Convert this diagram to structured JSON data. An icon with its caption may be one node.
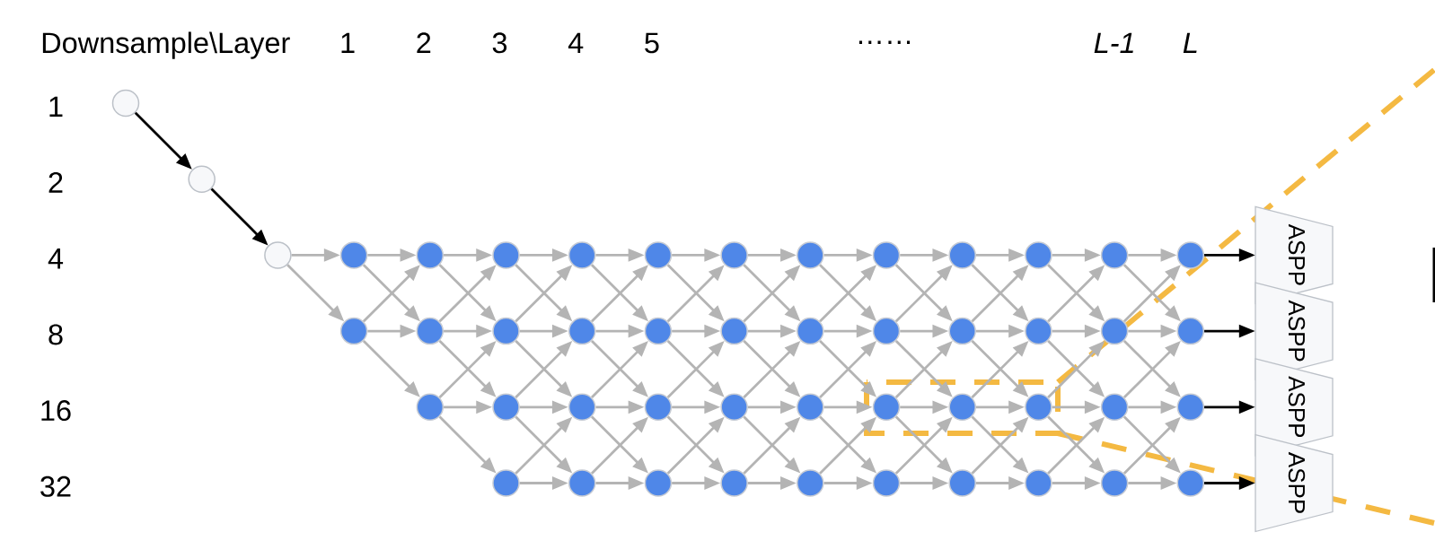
{
  "diagram": {
    "nodes": [
      {
        "text": [],
        "shape": "circle"
      },
      {
        "text": [],
        "shape": "circle"
      },
      {
        "text": [],
        "shape": "circle"
      },
      {
        "text": [],
        "shape": "circle"
      },
      {
        "text": [],
        "shape": "circle"
      },
      {
        "text": [],
        "shape": "circle"
      },
      {
        "text": [],
        "shape": "circle"
      },
      {
        "text": [],
        "shape": "circle"
      },
      {
        "text": [],
        "shape": "circle"
      },
      {
        "text": [],
        "shape": "circle"
      },
      {
        "text": [],
        "shape": "circle"
      },
      {
        "text": [],
        "shape": "circle"
      },
      {
        "text": [],
        "shape": "circle"
      },
      {
        "text": [],
        "shape": "circle"
      },
      {
        "text": [],
        "shape": "circle"
      },
      {
        "text": [],
        "shape": "circle"
      },
      {
        "text": [],
        "shape": "circle"
      },
      {
        "text": [],
        "shape": "circle"
      },
      {
        "text": [],
        "shape": "circle"
      },
      {
        "text": [],
        "shape": "circle"
      },
      {
        "text": [],
        "shape": "circle"
      },
      {
        "text": [],
        "shape": "circle"
      },
      {
        "text": [],
        "shape": "circle"
      },
      {
        "text": [],
        "shape": "circle"
      },
      {
        "text": [],
        "shape": "circle"
      },
      {
        "text": [],
        "shape": "circle"
      },
      {
        "text": [],
        "shape": "circle"
      },
      {
        "text": [],
        "shape": "circle"
      },
      {
        "text": [],
        "shape": "circle"
      },
      {
        "text": [],
        "shape": "circle"
      },
      {
        "text": [],
        "shape": "circle"
      },
      {
        "text": [],
        "shape": "circle"
      },
      {
        "text": [],
        "shape": "circle"
      },
      {
        "text": [],
        "shape": "circle"
      },
      {
        "text": [],
        "shape": "circle"
      },
      {
        "text": [],
        "shape": "circle"
      },
      {
        "text": [],
        "shape": "circle"
      },
      {
        "text": [],
        "shape": "circle"
      },
      {
        "text": [],
        "shape": "circle"
      },
      {
        "text": [],
        "shape": "circle"
      },
      {
        "text": [],
        "shape": "circle"
      },
      {
        "text": [],
        "shape": "circle"
      },
      {
        "text": [],
        "shape": "circle"
      },
      {
        "text": [],
        "shape": "circle"
      },
      {
        "text": [],
        "shape": "circle"
      },
      {
        "text": [],
        "shape": "circle"
      },
      {
        "text": [],
        "shape": "circle"
      },
      {
        "text": [],
        "shape": "circle"
      },
      {
        "text": [
          "ASPP"
        ]
      },
      {
        "text": [
          "ASPP"
        ]
      },
      {
        "text": [
          "ASPP"
        ]
      },
      {
        "text": [
          "ASPP"
        ]
      }
    ],
    "edges": [
      {
        "from": 0,
        "to": 1,
        "arrow": "to",
        "color": "#000000"
      },
      {
        "from": 1,
        "to": 2,
        "arrow": "to",
        "color": "#000000"
      },
      {
        "from": 2,
        "to": 3,
        "arrow": "to"
      },
      {
        "from": 2,
        "to": 15,
        "arrow": "to"
      },
      {
        "from": 3,
        "to": 4,
        "arrow": "to"
      },
      {
        "from": 3,
        "to": 16,
        "arrow": "to"
      },
      {
        "from": 15,
        "to": 4,
        "arrow": "to"
      },
      {
        "from": 15,
        "to": 16,
        "arrow": "to"
      },
      {
        "from": 15,
        "to": 27,
        "arrow": "to"
      },
      {
        "from": 4,
        "to": 5,
        "arrow": "to"
      },
      {
        "from": 4,
        "to": 17,
        "arrow": "to"
      },
      {
        "from": 16,
        "to": 5,
        "arrow": "to"
      },
      {
        "from": 16,
        "to": 17,
        "arrow": "to"
      },
      {
        "from": 16,
        "to": 28,
        "arrow": "to"
      },
      {
        "from": 27,
        "to": 17,
        "arrow": "to"
      },
      {
        "from": 27,
        "to": 28,
        "arrow": "to"
      },
      {
        "from": 27,
        "to": 38,
        "arrow": "to"
      },
      {
        "from": 5,
        "to": 6,
        "arrow": "to"
      },
      {
        "from": 5,
        "to": 18,
        "arrow": "to"
      },
      {
        "from": 17,
        "to": 6,
        "arrow": "to"
      },
      {
        "from": 17,
        "to": 18,
        "arrow": "to"
      },
      {
        "from": 17,
        "to": 29,
        "arrow": "to"
      },
      {
        "from": 28,
        "to": 18,
        "arrow": "to"
      },
      {
        "from": 28,
        "to": 29,
        "arrow": "to"
      },
      {
        "from": 28,
        "to": 39,
        "arrow": "to"
      },
      {
        "from": 38,
        "to": 29,
        "arrow": "to"
      },
      {
        "from": 38,
        "to": 39,
        "arrow": "to"
      },
      {
        "from": 6,
        "to": 7,
        "arrow": "to"
      },
      {
        "from": 6,
        "to": 19,
        "arrow": "to"
      },
      {
        "from": 18,
        "to": 7,
        "arrow": "to"
      },
      {
        "from": 18,
        "to": 19,
        "arrow": "to"
      },
      {
        "from": 18,
        "to": 30,
        "arrow": "to"
      },
      {
        "from": 29,
        "to": 19,
        "arrow": "to"
      },
      {
        "from": 29,
        "to": 30,
        "arrow": "to"
      },
      {
        "from": 29,
        "to": 40,
        "arrow": "to"
      },
      {
        "from": 39,
        "to": 30,
        "arrow": "to"
      },
      {
        "from": 39,
        "to": 40,
        "arrow": "to"
      },
      {
        "from": 7,
        "to": 8,
        "arrow": "to"
      },
      {
        "from": 7,
        "to": 20,
        "arrow": "to"
      },
      {
        "from": 19,
        "to": 8,
        "arrow": "to"
      },
      {
        "from": 19,
        "to": 20,
        "arrow": "to"
      },
      {
        "from": 19,
        "to": 31,
        "arrow": "to"
      },
      {
        "from": 30,
        "to": 20,
        "arrow": "to"
      },
      {
        "from": 30,
        "to": 31,
        "arrow": "to"
      },
      {
        "from": 30,
        "to": 41,
        "arrow": "to"
      },
      {
        "from": 40,
        "to": 31,
        "arrow": "to"
      },
      {
        "from": 40,
        "to": 41,
        "arrow": "to"
      },
      {
        "from": 8,
        "to": 9,
        "arrow": "to"
      },
      {
        "from": 8,
        "to": 21,
        "arrow": "to"
      },
      {
        "from": 20,
        "to": 9,
        "arrow": "to"
      },
      {
        "from": 20,
        "to": 21,
        "arrow": "to"
      },
      {
        "from": 20,
        "to": 32,
        "arrow": "to"
      },
      {
        "from": 31,
        "to": 21,
        "arrow": "to"
      },
      {
        "from": 31,
        "to": 32,
        "arrow": "to"
      },
      {
        "from": 31,
        "to": 42,
        "arrow": "to"
      },
      {
        "from": 41,
        "to": 32,
        "arrow": "to"
      },
      {
        "from": 41,
        "to": 42,
        "arrow": "to"
      },
      {
        "from": 9,
        "to": 10,
        "arrow": "to"
      },
      {
        "from": 9,
        "to": 22,
        "arrow": "to"
      },
      {
        "from": 21,
        "to": 10,
        "arrow": "to"
      },
      {
        "from": 21,
        "to": 22,
        "arrow": "to"
      },
      {
        "from": 21,
        "to": 33,
        "arrow": "to"
      },
      {
        "from": 32,
        "to": 22,
        "arrow": "to"
      },
      {
        "from": 32,
        "to": 33,
        "arrow": "to"
      },
      {
        "from": 32,
        "to": 43,
        "arrow": "to"
      },
      {
        "from": 42,
        "to": 33,
        "arrow": "to"
      },
      {
        "from": 42,
        "to": 43,
        "arrow": "to"
      },
      {
        "from": 10,
        "to": 11,
        "arrow": "to"
      },
      {
        "from": 10,
        "to": 23,
        "arrow": "to"
      },
      {
        "from": 22,
        "to": 11,
        "arrow": "to"
      },
      {
        "from": 22,
        "to": 23,
        "arrow": "to"
      },
      {
        "from": 22,
        "to": 34,
        "arrow": "to"
      },
      {
        "from": 33,
        "to": 23,
        "arrow": "to"
      },
      {
        "from": 33,
        "to": 34,
        "arrow": "to"
      },
      {
        "from": 33,
        "to": 44,
        "arrow": "to"
      },
      {
        "from": 43,
        "to": 34,
        "arrow": "to"
      },
      {
        "from": 43,
        "to": 44,
        "arrow": "to"
      },
      {
        "from": 11,
        "to": 12,
        "arrow": "to"
      },
      {
        "from": 11,
        "to": 24,
        "arrow": "to"
      },
      {
        "from": 23,
        "to": 12,
        "arrow": "to"
      },
      {
        "from": 23,
        "to": 24,
        "arrow": "to"
      },
      {
        "from": 23,
        "to": 35,
        "arrow": "to"
      },
      {
        "from": 34,
        "to": 24,
        "arrow": "to"
      },
      {
        "from": 34,
        "to": 35,
        "arrow": "to"
      },
      {
        "from": 34,
        "to": 45,
        "arrow": "to"
      },
      {
        "from": 44,
        "to": 35,
        "arrow": "to"
      },
      {
        "from": 44,
        "to": 45,
        "arrow": "to"
      },
      {
        "from": 12,
        "to": 13,
        "arrow": "to"
      },
      {
        "from": 12,
        "to": 25,
        "arrow": "to"
      },
      {
        "from": 24,
        "to": 13,
        "arrow": "to"
      },
      {
        "from": 24,
        "to": 25,
        "arrow": "to"
      },
      {
        "from": 24,
        "to": 36,
        "arrow": "to"
      },
      {
        "from": 35,
        "to": 25,
        "arrow": "to"
      },
      {
        "from": 35,
        "to": 36,
        "arrow": "to"
      },
      {
        "from": 35,
        "to": 46,
        "arrow": "to"
      },
      {
        "from": 45,
        "to": 36,
        "arrow": "to"
      },
      {
        "from": 45,
        "to": 46,
        "arrow": "to"
      },
      {
        "from": 13,
        "to": 14,
        "arrow": "to"
      },
      {
        "from": 13,
        "to": 26,
        "arrow": "to"
      },
      {
        "from": 25,
        "to": 14,
        "arrow": "to"
      },
      {
        "from": 25,
        "to": 26,
        "arrow": "to"
      },
      {
        "from": 25,
        "to": 37,
        "arrow": "to"
      },
      {
        "from": 36,
        "to": 26,
        "arrow": "to"
      },
      {
        "from": 36,
        "to": 37,
        "arrow": "to"
      },
      {
        "from": 36,
        "to": 47,
        "arrow": "to"
      },
      {
        "from": 46,
        "to": 37,
        "arrow": "to"
      },
      {
        "from": 46,
        "to": 47,
        "arrow": "to"
      },
      {
        "from": 14,
        "to": 48,
        "arrow": "to",
        "color": "#000000"
      },
      {
        "from": 26,
        "to": 49,
        "arrow": "to",
        "color": "#000000"
      },
      {
        "from": 37,
        "to": 50,
        "arrow": "to",
        "color": "#000000"
      },
      {
        "from": 47,
        "to": 51,
        "arrow": "to",
        "color": "#000000"
      }
    ],
    "labels": [
      "Downsample\\Layer",
      "1",
      "2",
      "3",
      "4",
      "5",
      "……",
      "L-1",
      "L",
      "1",
      "2",
      "4",
      "8",
      "16",
      "32"
    ]
  }
}
